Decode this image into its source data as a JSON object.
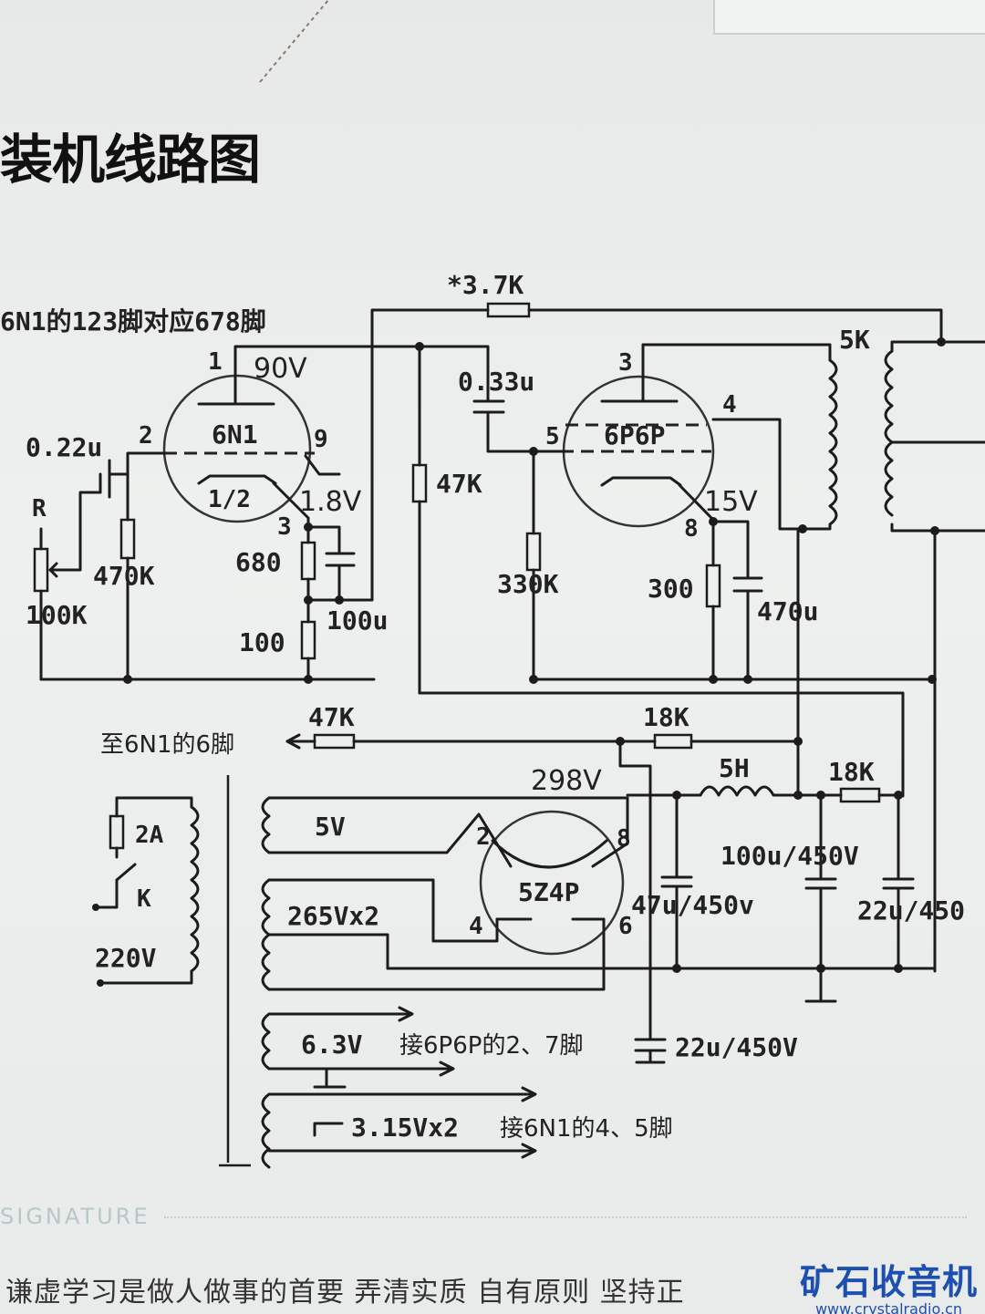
{
  "page": {
    "title": "装机线路图",
    "signature_label": "SIGNATURE",
    "motto": "谦虚学习是做人做事的首要   弄清实质   自有原则   坚持正",
    "logo_text": "矿石收音机",
    "logo_url": "www.crystalradio.cn"
  },
  "schematic": {
    "note": "6N1的123脚对应678脚",
    "tubes": {
      "pre": {
        "name": "6N1",
        "section": "1/2"
      },
      "power": {
        "name": "6P6P"
      },
      "rectifier": {
        "name": "5Z4P"
      }
    },
    "pins": {
      "n1_p1": "1",
      "n1_p2": "2",
      "n1_p9": "9",
      "n1_p3": "3",
      "p6_p3": "3",
      "p6_p4": "4",
      "p6_p5": "5",
      "p6_p8": "8",
      "r_p2": "2",
      "r_p8": "8",
      "r_p4": "4",
      "r_p6": "6"
    },
    "voltages": {
      "anode_6n1": "90V",
      "cathode_6n1": "1.8V",
      "cathode_6p6p": "15V",
      "b_plus": "298V"
    },
    "components": {
      "r_feedback": "*3.7K",
      "c_couple": "0.33u",
      "c_input": "0.22u",
      "pot_label": "R",
      "pot_value": "100K",
      "r_grid": "470K",
      "r_load": "47K",
      "r_cath1": "680",
      "c_cath1": "100u",
      "r_cath2": "100",
      "r_grid2": "330K",
      "r_cath3": "300",
      "c_cath3": "470u",
      "out_tx": "5K",
      "r_to_pin6": "47K",
      "to_pin6_label": "至6N1的6脚",
      "r_dec1": "18K",
      "r_dec2": "18K",
      "choke": "5H",
      "c_f1": "47u/450v",
      "c_f2": "100u/450V",
      "c_f3": "22u/450",
      "c_f4": "22u/450V",
      "fuse": "2A",
      "switch": "K",
      "mains": "220V",
      "sec_5v": "5V",
      "sec_hv": "265Vx2",
      "sec_63": "6.3V",
      "sec_63_note": "接6P6P的2、7脚",
      "sec_315": "3.15Vx2",
      "sec_315_note": "接6N1的4、5脚"
    }
  }
}
